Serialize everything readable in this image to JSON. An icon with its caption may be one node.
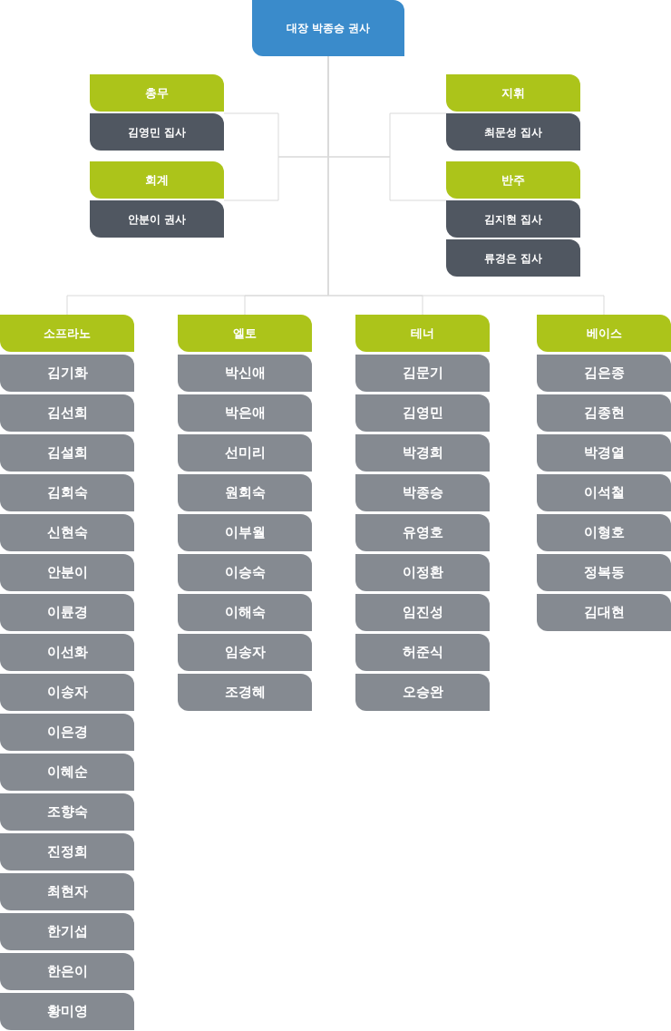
{
  "diagram": {
    "nodes": [
      {
        "text": [
          "대장 **박종승** 권사"
        ]
      },
      {
        "text": [
          "총무"
        ]
      },
      {
        "text": [
          "**김영민** 집사"
        ]
      },
      {
        "text": [
          "회계"
        ]
      },
      {
        "text": [
          "**안분이** 권사"
        ]
      },
      {
        "text": [
          "지휘"
        ]
      },
      {
        "text": [
          "**최문성** 집사"
        ]
      },
      {
        "text": [
          "반주"
        ]
      },
      {
        "text": [
          "**김지현** 집사"
        ]
      },
      {
        "text": [
          "**류경은** 집사"
        ]
      },
      {
        "text": [
          "소프라노"
        ]
      },
      {
        "text": [
          "김기화"
        ]
      },
      {
        "text": [
          "김선희"
        ]
      },
      {
        "text": [
          "김설희"
        ]
      },
      {
        "text": [
          "김회숙"
        ]
      },
      {
        "text": [
          "신현숙"
        ]
      },
      {
        "text": [
          "안분이"
        ]
      },
      {
        "text": [
          "이륜경"
        ]
      },
      {
        "text": [
          "이선화"
        ]
      },
      {
        "text": [
          "이송자"
        ]
      },
      {
        "text": [
          "이은경"
        ]
      },
      {
        "text": [
          "이혜순"
        ]
      },
      {
        "text": [
          "조향숙"
        ]
      },
      {
        "text": [
          "진정희"
        ]
      },
      {
        "text": [
          "최현자"
        ]
      },
      {
        "text": [
          "한기섭"
        ]
      },
      {
        "text": [
          "한은이"
        ]
      },
      {
        "text": [
          "황미영"
        ]
      },
      {
        "text": [
          "엘토"
        ]
      },
      {
        "text": [
          "박신애"
        ]
      },
      {
        "text": [
          "박은애"
        ]
      },
      {
        "text": [
          "선미리"
        ]
      },
      {
        "text": [
          "원회숙"
        ]
      },
      {
        "text": [
          "이부월"
        ]
      },
      {
        "text": [
          "이승숙"
        ]
      },
      {
        "text": [
          "이해숙"
        ]
      },
      {
        "text": [
          "임송자"
        ]
      },
      {
        "text": [
          "조경혜"
        ]
      },
      {
        "text": [
          "테너"
        ]
      },
      {
        "text": [
          "김문기"
        ]
      },
      {
        "text": [
          "김영민"
        ]
      },
      {
        "text": [
          "박경희"
        ]
      },
      {
        "text": [
          "박종승"
        ]
      },
      {
        "text": [
          "유영호"
        ]
      },
      {
        "text": [
          "이정환"
        ]
      },
      {
        "text": [
          "임진성"
        ]
      },
      {
        "text": [
          "허준식"
        ]
      },
      {
        "text": [
          "오승완"
        ]
      },
      {
        "text": [
          "베이스"
        ]
      },
      {
        "text": [
          "김은종"
        ]
      },
      {
        "text": [
          "김종현"
        ]
      },
      {
        "text": [
          "박경열"
        ]
      },
      {
        "text": [
          "이석철"
        ]
      },
      {
        "text": [
          "이형호"
        ]
      },
      {
        "text": [
          "정복동"
        ]
      },
      {
        "text": [
          "김대현"
        ]
      }
    ],
    "edges": [
      {
        "from": 0,
        "to": 1,
        "arrow": "none"
      },
      {
        "from": 0,
        "to": 3,
        "arrow": "none"
      },
      {
        "from": 0,
        "to": 5,
        "arrow": "none"
      },
      {
        "from": 0,
        "to": 7,
        "arrow": "none"
      },
      {
        "from": 0,
        "to": 10,
        "arrow": "none"
      },
      {
        "from": 0,
        "to": 28,
        "arrow": "none"
      },
      {
        "from": 0,
        "to": 38,
        "arrow": "none"
      },
      {
        "from": 0,
        "to": 48,
        "arrow": "none"
      }
    ]
  }
}
